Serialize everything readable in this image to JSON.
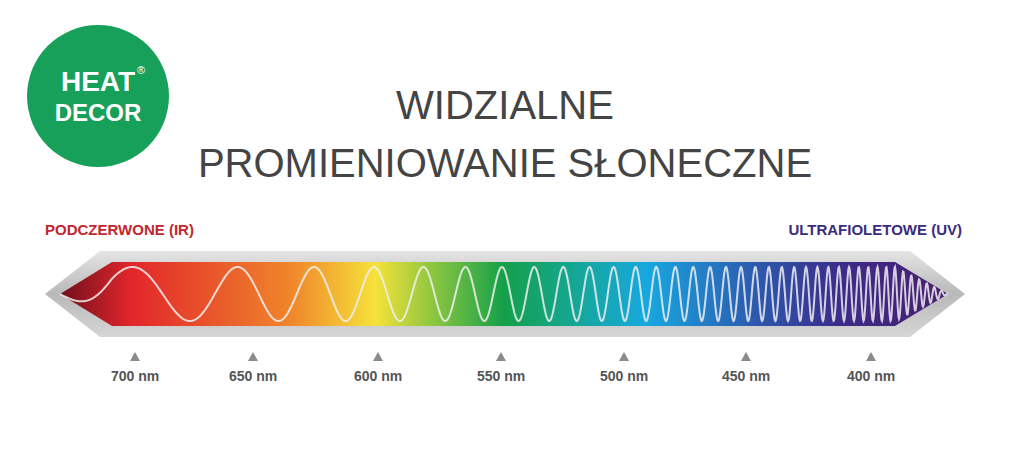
{
  "diagram": {
    "title": "WIDZIALNE PROMIENIOWANIE SŁONECZNE",
    "nodes": [
      {
        "text": [
          "HEAT",
          "DECOR"
        ]
      }
    ],
    "labels": [
      "®",
      "PODCZERWONE (IR)",
      "ULTRAFIOLETOWE (UV)",
      "700 nm",
      "650 nm",
      "600 nm",
      "550 nm",
      "500 nm",
      "450 nm",
      "400 nm"
    ]
  }
}
